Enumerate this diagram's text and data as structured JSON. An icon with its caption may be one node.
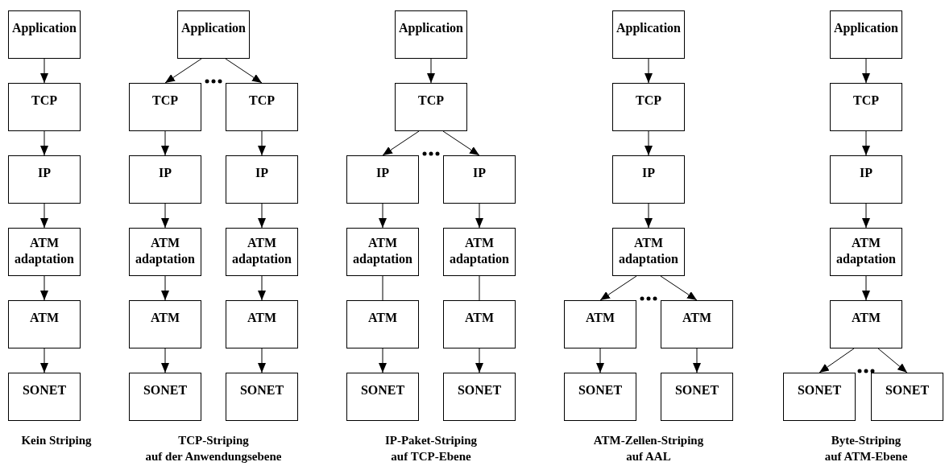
{
  "diagram": {
    "nodes": [
      {
        "text": [
          "Application"
        ]
      },
      {
        "text": [
          "TCP"
        ]
      },
      {
        "text": [
          "IP"
        ]
      },
      {
        "text": [
          "ATM adaptation"
        ]
      },
      {
        "text": [
          "ATM"
        ]
      },
      {
        "text": [
          "SONET"
        ]
      },
      {
        "text": [
          "Application"
        ]
      },
      {
        "text": [
          "TCP"
        ]
      },
      {
        "text": [
          "TCP"
        ]
      },
      {
        "text": [
          "IP"
        ]
      },
      {
        "text": [
          "IP"
        ]
      },
      {
        "text": [
          "ATM adaptation"
        ]
      },
      {
        "text": [
          "ATM adaptation"
        ]
      },
      {
        "text": [
          "ATM"
        ]
      },
      {
        "text": [
          "ATM"
        ]
      },
      {
        "text": [
          "SONET"
        ]
      },
      {
        "text": [
          "SONET"
        ]
      },
      {
        "text": [
          "Application"
        ]
      },
      {
        "text": [
          "TCP"
        ]
      },
      {
        "text": [
          "IP"
        ]
      },
      {
        "text": [
          "IP"
        ]
      },
      {
        "text": [
          "ATM adaptation"
        ]
      },
      {
        "text": [
          "ATM adaptation"
        ]
      },
      {
        "text": [
          "ATM"
        ]
      },
      {
        "text": [
          "ATM"
        ]
      },
      {
        "text": [
          "SONET"
        ]
      },
      {
        "text": [
          "SONET"
        ]
      },
      {
        "text": [
          "Application"
        ]
      },
      {
        "text": [
          "TCP"
        ]
      },
      {
        "text": [
          "IP"
        ]
      },
      {
        "text": [
          "ATM adaptation"
        ]
      },
      {
        "text": [
          "ATM"
        ]
      },
      {
        "text": [
          "ATM"
        ]
      },
      {
        "text": [
          "SONET"
        ]
      },
      {
        "text": [
          "SONET"
        ]
      },
      {
        "text": [
          "Application"
        ]
      },
      {
        "text": [
          "TCP"
        ]
      },
      {
        "text": [
          "IP"
        ]
      },
      {
        "text": [
          "ATM adaptation"
        ]
      },
      {
        "text": [
          "ATM"
        ]
      },
      {
        "text": [
          "SONET"
        ]
      },
      {
        "text": [
          "SONET"
        ]
      }
    ],
    "edges": [
      {
        "from": 0,
        "to": 1,
        "arrow": "to"
      },
      {
        "from": 1,
        "to": 2,
        "arrow": "to"
      },
      {
        "from": 2,
        "to": 3,
        "arrow": "to"
      },
      {
        "from": 3,
        "to": 4,
        "arrow": "to"
      },
      {
        "from": 4,
        "to": 5,
        "arrow": "to"
      },
      {
        "from": 6,
        "to": 7,
        "arrow": "to"
      },
      {
        "from": 6,
        "to": 8,
        "arrow": "to"
      },
      {
        "from": 7,
        "to": 9,
        "arrow": "to"
      },
      {
        "from": 8,
        "to": 10,
        "arrow": "to"
      },
      {
        "from": 9,
        "to": 11,
        "arrow": "to"
      },
      {
        "from": 10,
        "to": 12,
        "arrow": "to"
      },
      {
        "from": 11,
        "to": 13,
        "arrow": "to"
      },
      {
        "from": 12,
        "to": 14,
        "arrow": "to"
      },
      {
        "from": 13,
        "to": 15,
        "arrow": "to"
      },
      {
        "from": 14,
        "to": 16,
        "arrow": "to"
      },
      {
        "from": 17,
        "to": 18,
        "arrow": "to"
      },
      {
        "from": 18,
        "to": 19,
        "arrow": "to"
      },
      {
        "from": 18,
        "to": 20,
        "arrow": "to"
      },
      {
        "from": 19,
        "to": 21,
        "arrow": "to"
      },
      {
        "from": 20,
        "to": 22,
        "arrow": "to"
      },
      {
        "from": 21,
        "to": 23,
        "arrow": "none"
      },
      {
        "from": 22,
        "to": 24,
        "arrow": "none"
      },
      {
        "from": 23,
        "to": 25,
        "arrow": "to"
      },
      {
        "from": 24,
        "to": 26,
        "arrow": "to"
      },
      {
        "from": 27,
        "to": 28,
        "arrow": "to"
      },
      {
        "from": 28,
        "to": 29,
        "arrow": "to"
      },
      {
        "from": 29,
        "to": 30,
        "arrow": "to"
      },
      {
        "from": 30,
        "to": 31,
        "arrow": "to"
      },
      {
        "from": 30,
        "to": 32,
        "arrow": "to"
      },
      {
        "from": 31,
        "to": 33,
        "arrow": "to"
      },
      {
        "from": 32,
        "to": 34,
        "arrow": "to"
      },
      {
        "from": 35,
        "to": 36,
        "arrow": "to"
      },
      {
        "from": 36,
        "to": 37,
        "arrow": "to"
      },
      {
        "from": 37,
        "to": 38,
        "arrow": "to"
      },
      {
        "from": 38,
        "to": 39,
        "arrow": "to"
      },
      {
        "from": 39,
        "to": 40,
        "arrow": "to"
      },
      {
        "from": 39,
        "to": 41,
        "arrow": "to"
      }
    ],
    "labels": [
      "Kein Striping",
      "TCP-Striping",
      "IP-Paket-Striping",
      "ATM-Zellen-Striping",
      "Byte-Striping",
      "auf der Anwendungsebene",
      "auf TCP-Ebene",
      "auf AAL",
      "auf ATM-Ebene"
    ]
  }
}
